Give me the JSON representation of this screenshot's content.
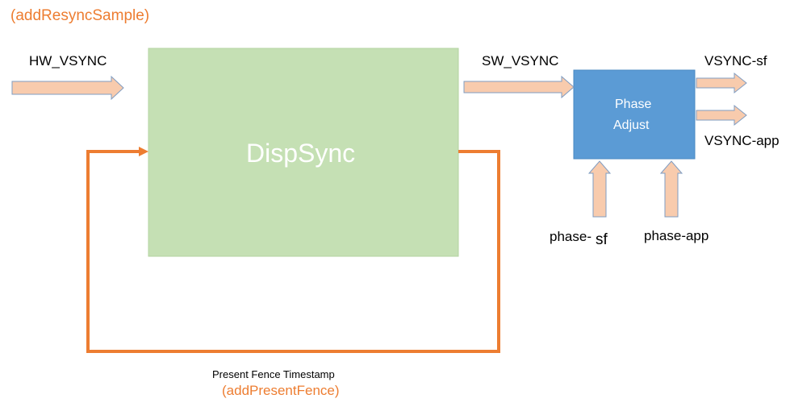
{
  "annotations": {
    "resync_sample": "(addResyncSample)",
    "present_fence": "(addPresentFence)",
    "present_fence_timestamp": "Present Fence Timestamp"
  },
  "signals": {
    "hw_vsync": "HW_VSYNC",
    "sw_vsync": "SW_VSYNC",
    "vsync_sf": "VSYNC-sf",
    "vsync_app": "VSYNC-app"
  },
  "blocks": {
    "dispsync": "DispSync",
    "phase_adjust_line1": "Phase",
    "phase_adjust_line2": "Adjust"
  },
  "inputs": {
    "phase_sf_prefix": "phase-",
    "phase_sf_suffix": "sf",
    "phase_app": "phase-app"
  },
  "colors": {
    "dispsync_fill": "#C5E0B4",
    "phase_adjust_fill": "#5B9BD5",
    "arrow_fill": "#F8CBAD",
    "arrow_stroke": "#7F9CC2",
    "feedback_line": "#ED7D31",
    "annotation_text": "#ED7D31"
  }
}
